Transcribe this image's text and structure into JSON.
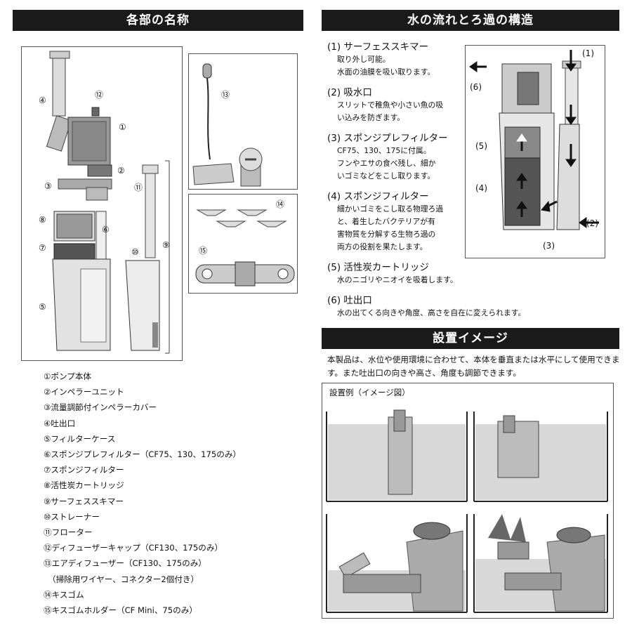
{
  "left": {
    "header": "各部の名称",
    "callouts": [
      "①",
      "②",
      "③",
      "④",
      "⑤",
      "⑥",
      "⑦",
      "⑧",
      "⑨",
      "⑩",
      "⑪",
      "⑫",
      "⑬",
      "⑭",
      "⑮"
    ],
    "parts": [
      "①ポンプ本体",
      "②インペラーユニット",
      "③流量調節付インペラーカバー",
      "④吐出口",
      "⑤フィルターケース",
      "⑥スポンジプレフィルター（CF75、130、175のみ）",
      "⑦スポンジフィルター",
      "⑧活性炭カートリッジ",
      "⑨サーフェススキマー",
      "⑩ストレーナー",
      "⑪フローター",
      "⑫ディフューザーキャップ（CF130、175のみ）",
      "⑬エアディフューザー（CF130、175のみ）",
      "（掃除用ワイヤー、コネクター2個付き）",
      "⑭キスゴム",
      "⑮キスゴムホルダー（CF Mini、75のみ）"
    ]
  },
  "flow": {
    "header": "水の流れとろ過の構造",
    "items": [
      {
        "title": "(1) サーフェススキマー",
        "desc": [
          "取り外し可能。",
          "水面の油膜を吸い取ります。"
        ]
      },
      {
        "title": "(2) 吸水口",
        "desc": [
          "スリットで稚魚や小さい魚の吸",
          "い込みを防ぎます。"
        ]
      },
      {
        "title": "(3) スポンジプレフィルター",
        "desc": [
          "CF75、130、175に付属。",
          "フンやエサの食べ残し、細か",
          "いゴミなどをこし取ります。"
        ]
      },
      {
        "title": "(4) スポンジフィルター",
        "desc": [
          "細かいゴミをこし取る物理ろ過",
          "と、着生したバクテリアが有",
          "害物質を分解する生物ろ過の",
          "両方の役割を果たします。"
        ]
      },
      {
        "title": "(5) 活性炭カートリッジ",
        "desc": [
          "水のニゴリやニオイを吸着します。"
        ]
      },
      {
        "title": "(6) 吐出口",
        "desc": [
          "水の出てくる向きや角度、高さを自在に変えられます。"
        ]
      }
    ],
    "diagram_labels": [
      "(1)",
      "(2)",
      "(3)",
      "(4)",
      "(5)",
      "(6)"
    ]
  },
  "install": {
    "header": "設置イメージ",
    "desc": "本製品は、水位や使用環境に合わせて、本体を垂直または水平にして使用できます。また吐出口の向きや高さ、角度も調節できます。",
    "example_label": "設置例（イメージ図）"
  }
}
